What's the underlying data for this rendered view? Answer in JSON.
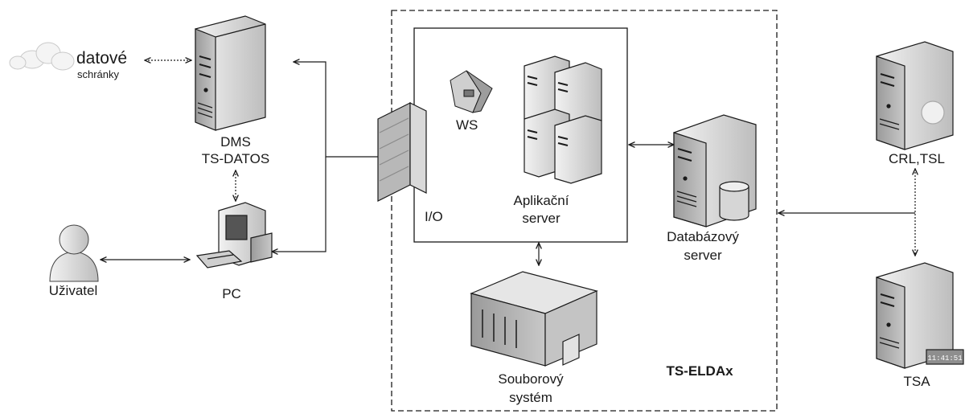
{
  "diagram": {
    "nodes": {
      "datove_schranky": {
        "line1": "datové",
        "line2": "schránky",
        "icon": "cloud-icon"
      },
      "dms": {
        "line1": "DMS",
        "line2": "TS-DATOS",
        "icon": "server-tower-icon"
      },
      "pc": {
        "label": "PC",
        "icon": "desktop-computer-icon"
      },
      "uzivatel": {
        "label": "Uživatel",
        "icon": "user-icon"
      },
      "io": {
        "label": "I/O",
        "icon": "firewall-icon"
      },
      "ws": {
        "label": "WS",
        "icon": "web-service-icon"
      },
      "aplikacni_server": {
        "line1": "Aplikační",
        "line2": "server",
        "icon": "server-rack-icon"
      },
      "databazovy_server": {
        "line1": "Databázový",
        "line2": "server",
        "icon": "database-server-icon"
      },
      "souborovy_system": {
        "line1": "Souborový",
        "line2": "systém",
        "icon": "storage-server-icon"
      },
      "crl_tsl": {
        "label": "CRL,TSL",
        "icon": "certificate-server-icon"
      },
      "tsa": {
        "label": "TSA",
        "icon": "timestamp-server-icon"
      },
      "tsa_display": {
        "text": "11:41:51"
      }
    },
    "boundary_label": "TS-ELDAx",
    "colors": {
      "stroke": "#1a1a1a",
      "icon_fill": "#d9d9d9",
      "icon_dark": "#6b6b6b"
    }
  }
}
